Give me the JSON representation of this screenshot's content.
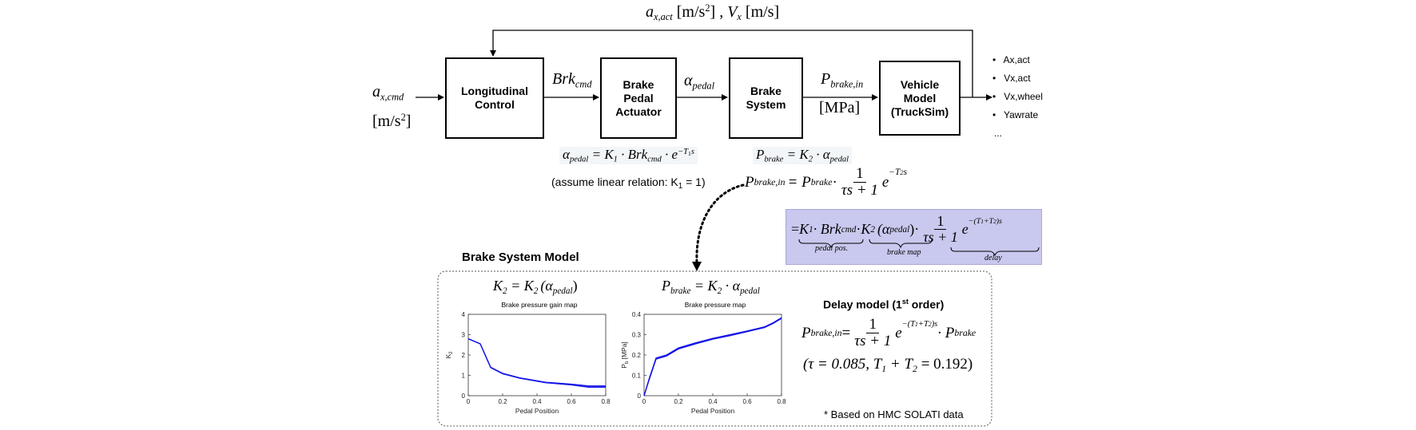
{
  "feedback_label": {
    "a": "a",
    "a_sub": "x,act",
    "unit1": "[m/s",
    "unit1_sup": "2",
    "unit1_end": "]",
    "sep": " ,",
    "v": "V",
    "v_sub": "x",
    "unit2": "[m/s]"
  },
  "input_label": {
    "a": "a",
    "a_sub": "x,cmd",
    "unit": "[m/s",
    "unit_sup": "2",
    "unit_end": "]"
  },
  "blocks": {
    "longitudinal": "Longitudinal\nControl",
    "actuator": "Brake\nPedal\nActuator",
    "brake_system": "Brake\nSystem",
    "vehicle": "Vehicle\nModel\n(TruckSim)"
  },
  "signals": {
    "brk": "Brk",
    "brk_sub": "cmd",
    "alpha": "α",
    "alpha_sub": "pedal",
    "p": "P",
    "p_sub": "brake,in",
    "p_unit": "[MPa]"
  },
  "outputs": [
    "Ax,act",
    "Vx,act",
    "Vx,wheel",
    "Yawrate",
    "..."
  ],
  "eq_pedal": {
    "lhs": "α",
    "lhs_sub": "pedal",
    "eq": " = K",
    "k_sub": "1",
    "mid": " · Brk",
    "mid_sub": "cmd",
    "tail": " · e",
    "exp": "−T",
    "exp_sub": "1",
    "exp_end": "s"
  },
  "assume_note": "(assume linear relation: K",
  "assume_sub": "1",
  "assume_end": " = 1)",
  "eq_brake": {
    "lhs": "P",
    "lhs_sub": "brake",
    "eq": " = K",
    "k_sub": "2",
    "tail": " · α",
    "tail_sub": "pedal"
  },
  "eq_pbrake_in": {
    "lhs": "P",
    "lhs_sub": "brake,in",
    "eq": " = P",
    "p_sub": "brake",
    "dot": " ·",
    "num": "1",
    "den": "τs + 1",
    "e": "e",
    "exp": "−T",
    "exp_sub": "2",
    "exp_end": "s"
  },
  "highlight": {
    "eq": "= ",
    "k1": "K",
    "k1_sub": "1",
    "brk": " · Brk",
    "brk_sub": "cmd",
    "dot1": " · ",
    "k2": "K",
    "k2_sub": "2",
    "alpha_open": "(α",
    "alpha_sub": "pedal",
    "alpha_close": ")",
    "dot2": " · ",
    "num": "1",
    "den": "τs + 1",
    "e": "e",
    "exp": "−(T",
    "exp_s1": "1",
    "exp_plus": "+T",
    "exp_s2": "2",
    "exp_end": ")s",
    "brace1": "pedal pos.",
    "brace2": "brake map",
    "brace3": "delay"
  },
  "colors": {
    "highlight_bg": "#c9c8ee",
    "highlight_border": "#a9a7dc",
    "plot_line": "#1010e8",
    "frame": "#555555"
  },
  "section_title": "Brake System Model",
  "plot1": {
    "eq_k": "K",
    "eq_k_sub": "2",
    "eq_mid": " = K",
    "eq_mid_sub": "2",
    "eq_open": "(α",
    "eq_alpha_sub": "pedal",
    "eq_close": ")",
    "title": "Brake pressure gain map",
    "ylabel": "K",
    "ylabel_sub": "2",
    "xlabel": "Pedal Position"
  },
  "plot2": {
    "eq_p": "P",
    "eq_p_sub": "brake",
    "eq_mid": " = K",
    "eq_mid_sub": "2",
    "eq_tail": " · α",
    "eq_tail_sub": "pedal",
    "title": "Brake pressure map",
    "ylabel": "P",
    "ylabel_sub": "b",
    "ylabel_unit": " [MPa]",
    "xlabel": "Pedal Position"
  },
  "delay": {
    "title": "Delay model (1",
    "title_sup": "st",
    "title_end": " order)",
    "lhs": "P",
    "lhs_sub": "brake,in",
    "eq": " = ",
    "num": "1",
    "den": "τs + 1",
    "e": "e",
    "exp": "−(T",
    "exp_s1": "1",
    "exp_plus": "+T",
    "exp_s2": "2",
    "exp_end": ")s",
    "tail": " · P",
    "tail_sub": "brake",
    "params": "(τ = 0.085, T",
    "params_s1": "1",
    "params_plus": " + T",
    "params_s2": "2",
    "params_end": " = 0.192)"
  },
  "source_note": "* Based on HMC SOLATI data",
  "chart_data": [
    {
      "type": "line",
      "title": "Brake pressure gain map",
      "xlabel": "Pedal Position",
      "ylabel": "K2",
      "xlim": [
        0,
        0.8
      ],
      "ylim": [
        0,
        4
      ],
      "xticks": [
        "0",
        "0.2",
        "0.4",
        "0.6",
        "0.8"
      ],
      "yticks": [
        "0",
        "1",
        "2",
        "3",
        "4"
      ],
      "series": [
        {
          "x": [
            0,
            0.07,
            0.13,
            0.2,
            0.3,
            0.45,
            0.6,
            0.7,
            0.8
          ],
          "y": [
            2.8,
            2.55,
            1.4,
            1.1,
            0.88,
            0.66,
            0.57,
            0.48,
            0.48
          ]
        },
        {
          "x": [
            0,
            0.07,
            0.13,
            0.2,
            0.3,
            0.45,
            0.6,
            0.7,
            0.8
          ],
          "y": [
            2.8,
            2.55,
            1.38,
            1.08,
            0.86,
            0.64,
            0.53,
            0.42,
            0.42
          ]
        }
      ]
    },
    {
      "type": "line",
      "title": "Brake pressure map",
      "xlabel": "Pedal Position",
      "ylabel": "Pb [MPa]",
      "xlim": [
        0,
        0.8
      ],
      "ylim": [
        0,
        0.4
      ],
      "xticks": [
        "0",
        "0.2",
        "0.4",
        "0.6",
        "0.8"
      ],
      "yticks": [
        "0",
        "0.1",
        "0.2",
        "0.3",
        "0.4"
      ],
      "series": [
        {
          "x": [
            0,
            0.03,
            0.07,
            0.13,
            0.2,
            0.3,
            0.4,
            0.5,
            0.6,
            0.7,
            0.75,
            0.8
          ],
          "y": [
            0,
            0.08,
            0.18,
            0.195,
            0.23,
            0.255,
            0.278,
            0.295,
            0.315,
            0.335,
            0.355,
            0.38
          ]
        },
        {
          "x": [
            0,
            0.03,
            0.07,
            0.13,
            0.2,
            0.3,
            0.4,
            0.5,
            0.6,
            0.7,
            0.75,
            0.8
          ],
          "y": [
            0,
            0.085,
            0.185,
            0.2,
            0.235,
            0.26,
            0.282,
            0.3,
            0.318,
            0.338,
            0.358,
            0.383
          ]
        }
      ]
    }
  ]
}
